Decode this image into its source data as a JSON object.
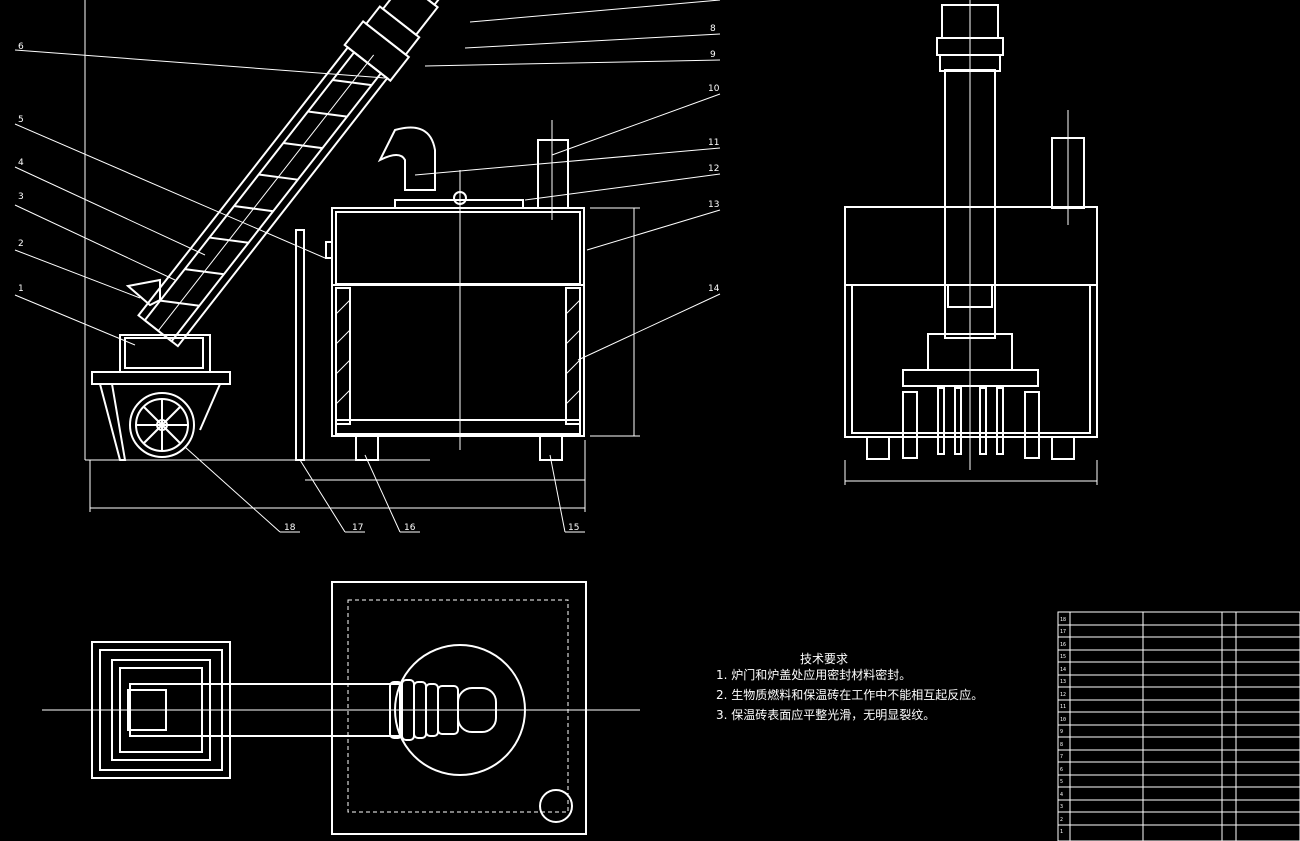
{
  "technical_requirements": {
    "title": "技术要求",
    "items": [
      "1. 炉门和炉盖处应用密封材料密封。",
      "2. 生物质燃料和保温砖在工作中不能相互起反应。",
      "3. 保温砖表面应平整光滑，无明显裂纹。"
    ]
  },
  "callouts": {
    "left": [
      "6",
      "5",
      "4",
      "3",
      "2",
      "1"
    ],
    "right": [
      "8",
      "9",
      "10",
      "11",
      "12",
      "13",
      "14"
    ],
    "bottom": [
      "18",
      "17",
      "16",
      "15"
    ]
  },
  "bom_rows": [
    "18",
    "17",
    "16",
    "15",
    "14",
    "13",
    "12",
    "11",
    "10",
    "9",
    "8",
    "7",
    "6",
    "5",
    "4",
    "3",
    "2",
    "1"
  ]
}
